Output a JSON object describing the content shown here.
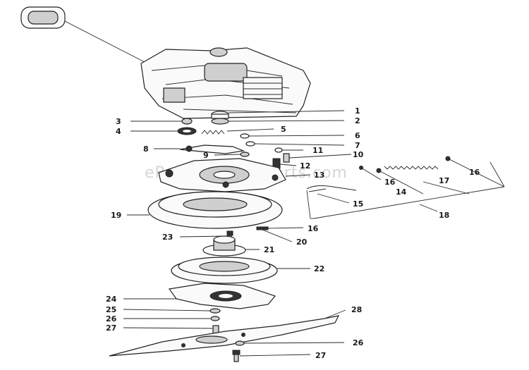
{
  "watermark": "eReplacementParts.com",
  "labels": {
    "l1": "1",
    "l2": "2",
    "l3": "3",
    "l4": "4",
    "l5": "5",
    "l6": "6",
    "l7": "7",
    "l8": "8",
    "l9": "9",
    "l10": "10",
    "l11": "11",
    "l12": "12",
    "l13": "13",
    "l14": "14",
    "l15": "15",
    "l16a": "16",
    "l16b": "16",
    "l16c": "16",
    "l17": "17",
    "l18": "18",
    "l19": "19",
    "l20": "20",
    "l21": "21",
    "l22": "22",
    "l23": "23",
    "l24": "24",
    "l25": "25",
    "l26a": "26",
    "l26b": "26",
    "l27a": "27",
    "l27b": "27",
    "l28": "28"
  }
}
